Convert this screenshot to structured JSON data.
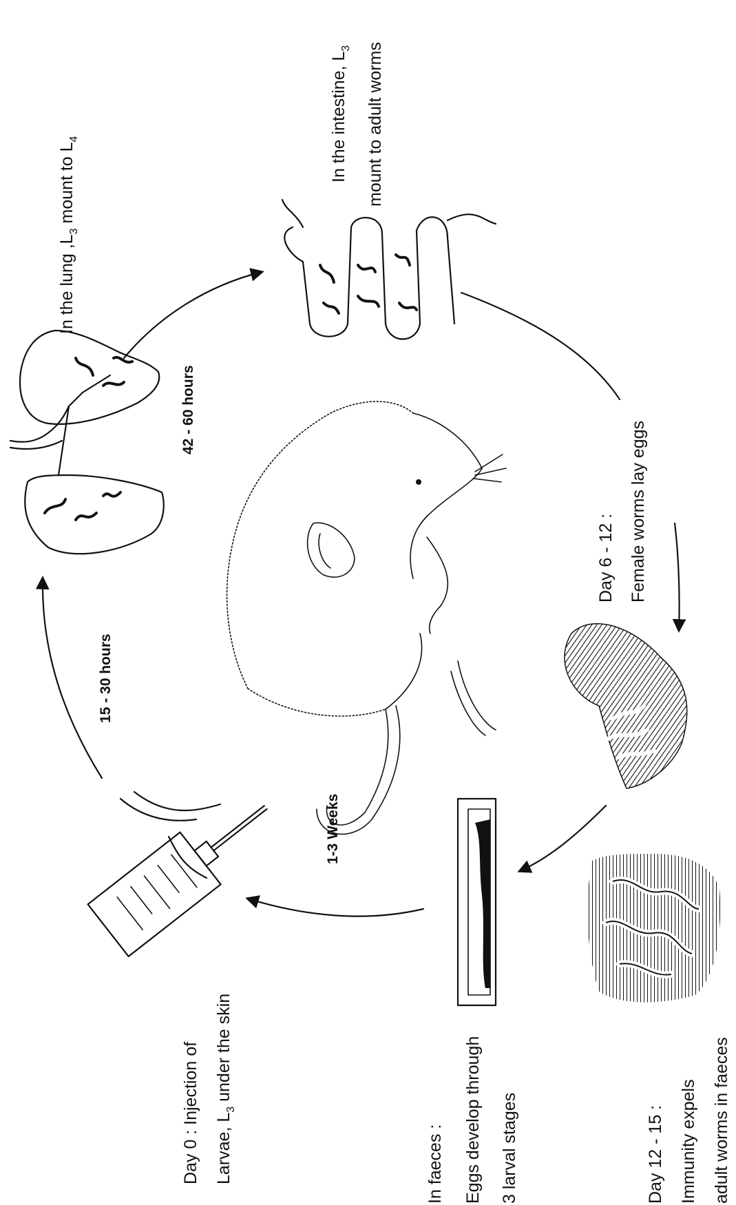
{
  "steps": {
    "injection": {
      "line1": "Day 0 :  Injection of",
      "line2_pre": "Larvae, L",
      "line2_sub": "3",
      "line2_post": " under the skin"
    },
    "lung": {
      "pre": "In the lung ,L",
      "sub1": "3",
      "mid": " mount to L",
      "sub2": "4"
    },
    "intestine": {
      "line1_pre": "In the intestine, L",
      "line1_sub": "3",
      "line2": "mount to adult worms"
    },
    "female": {
      "line1": "Day 6 - 12 :",
      "line2": "Female worms lay eggs"
    },
    "faeces": {
      "line1": "In faeces :",
      "line2": "Eggs develop through",
      "line3": "3 larval stages"
    },
    "immunity": {
      "line1": "Day 12 - 15 :",
      "line2": "Immunity expels",
      "line3": "adult worms in faeces"
    }
  },
  "durations": {
    "d1": "15 - 30 hours",
    "d2": "42 - 60 hours",
    "d3": "1-3  Weeks"
  },
  "icons": [
    "syringe-icon",
    "lungs-icon",
    "intestine-icon",
    "mouse-icon",
    "faeces-icon",
    "slide-icon",
    "expelled-worms-icon"
  ]
}
